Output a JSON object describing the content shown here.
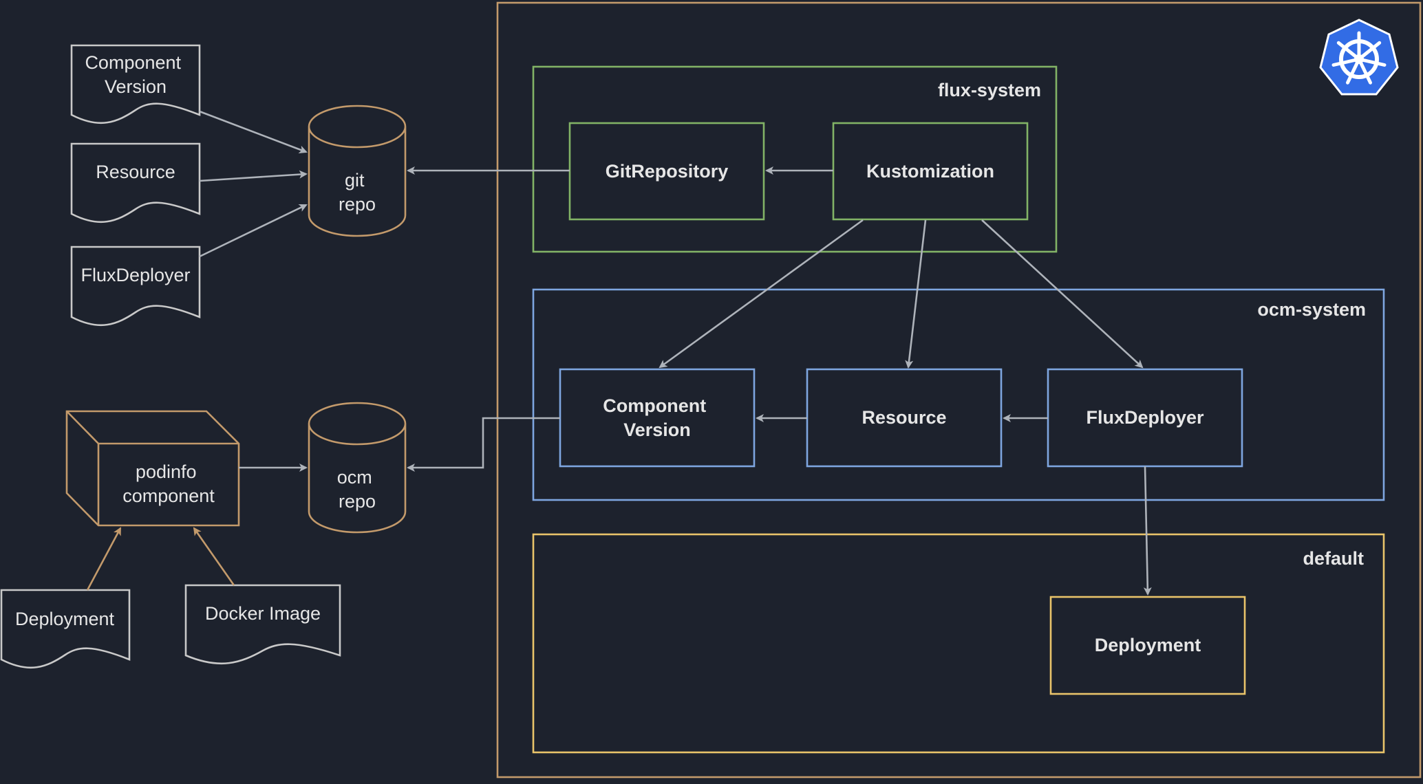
{
  "colors": {
    "background": "#1d222d",
    "cluster_border": "#c39a6b",
    "flux_system": "#82b366",
    "ocm_system": "#7ea6e0",
    "default_ns": "#e9c46a",
    "connector": "#aeb3ba",
    "kubernetes_logo": "#326ce5"
  },
  "icons": {
    "kubernetes": "kubernetes-helm-wheel-icon"
  },
  "namespaces": {
    "flux": "flux-system",
    "ocm": "ocm-system",
    "default": "default"
  },
  "flux_nodes": {
    "git_repository": "GitRepository",
    "kustomization": "Kustomization"
  },
  "ocm_nodes": {
    "component_version": [
      "Component",
      "Version"
    ],
    "resource": "Resource",
    "flux_deployer": "FluxDeployer"
  },
  "default_nodes": {
    "deployment": "Deployment"
  },
  "repos": {
    "git": [
      "git",
      "repo"
    ],
    "ocm": [
      "ocm",
      "repo"
    ]
  },
  "documents": {
    "component_version": [
      "Component",
      "Version"
    ],
    "resource": "Resource",
    "flux_deployer": "FluxDeployer",
    "deployment": "Deployment",
    "docker_image": "Docker Image"
  },
  "component": [
    "podinfo",
    "component"
  ]
}
